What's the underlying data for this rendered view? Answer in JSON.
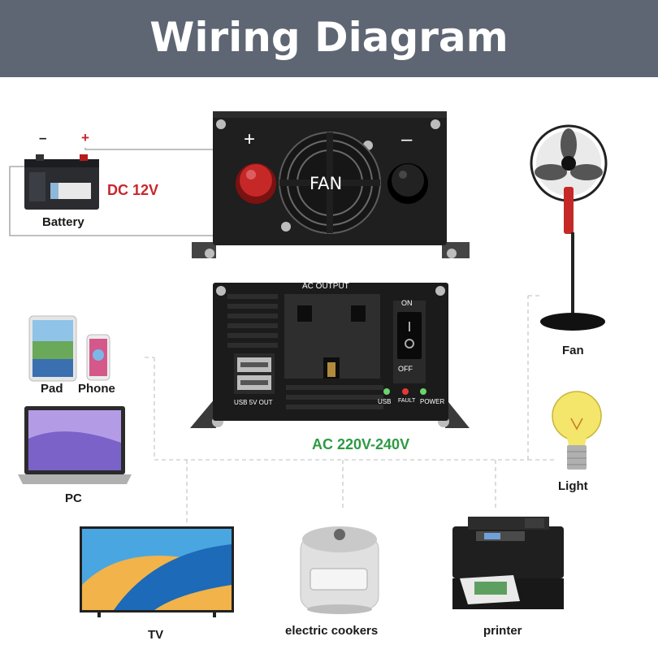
{
  "title": "Wiring Diagram",
  "colors": {
    "header_bg": "#5e6673",
    "dc_label": "#c8272c",
    "ac_label": "#2e9a43"
  },
  "battery": {
    "label": "Battery",
    "minus": "–",
    "plus": "+",
    "voltage": "DC 12V"
  },
  "inverter_top": {
    "plus": "+",
    "minus": "–",
    "fan": "FAN"
  },
  "inverter_front": {
    "ac_output": "AC OUTPUT",
    "on": "ON",
    "off": "OFF",
    "usb_out": "USB 5V OUT",
    "usb": "USB",
    "fault": "FAULT",
    "power": "POWER",
    "ac_voltage": "AC 220V-240V"
  },
  "devices": {
    "pad": "Pad",
    "phone": "Phone",
    "pc": "PC",
    "fan": "Fan",
    "light": "Light",
    "tv": "TV",
    "cooker": "electric cookers",
    "printer": "printer"
  }
}
